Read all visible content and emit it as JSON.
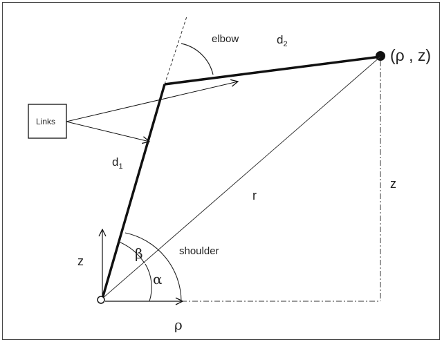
{
  "labels": {
    "elbow": "elbow",
    "d2_base": "d",
    "d2_sub": "2",
    "d1_base": "d",
    "d1_sub": "1",
    "endpoint": "(ρ , z)",
    "links": "Links",
    "r": "r",
    "z_right": "z",
    "z_left": "z",
    "beta": "β",
    "alpha": "α",
    "shoulder": "shoulder",
    "rho": "ρ"
  },
  "colors": {
    "ink": "#111111",
    "frame": "#444444"
  }
}
